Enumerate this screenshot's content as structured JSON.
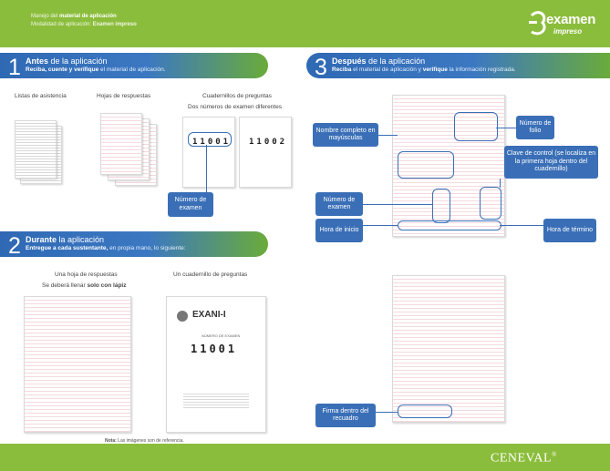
{
  "header": {
    "line1_prefix": "Manejo del ",
    "line1_bold": "material de aplicación",
    "line2_prefix": "Modalidad de aplicación: ",
    "line2_value": "Examen impreso"
  },
  "logo": {
    "word1": "examen",
    "word2": "impreso"
  },
  "section1": {
    "number": "1",
    "title_bold": "Antes",
    "title_rest": " de la aplicación",
    "subtitle_bold": "Reciba, cuente y verifique",
    "subtitle_rest": " el material de aplicación.",
    "item1": "Listas de asistencia",
    "item2": "Hojas de respuestas",
    "item3_title": "Cuadernillos de preguntas",
    "item3_subtitle": "Dos números de examen diferentes",
    "booklet_a_number": "11001",
    "booklet_b_number": "11002",
    "callout_exam_number": "Número de examen"
  },
  "section2": {
    "number": "2",
    "title_bold": "Durante",
    "title_rest": " la aplicación",
    "subtitle_bold": "Entregue a cada sustentante,",
    "subtitle_rest": " en propia mano, lo siguiente:",
    "item1_title": "Una hoja de respuestas",
    "item1_sub_prefix": "Se deberá llenar ",
    "item1_sub_bold": "solo con lápiz",
    "item2_title": "Un cuadernillo de preguntas",
    "booklet_title": "EXANI-I",
    "booklet_number_label": "NÚMERO DE EXAMEN",
    "booklet_number": "11001",
    "note_bold": "Nota:",
    "note_rest": " Las imágenes son de referencia."
  },
  "section3": {
    "number": "3",
    "title_bold": "Después",
    "title_rest": " de la aplicación",
    "subtitle_bold": "Reciba",
    "subtitle_mid": " el material de aplicación y ",
    "subtitle_bold2": "verifique",
    "subtitle_rest": " la información registrada.",
    "callouts": {
      "full_name": "Nombre completo en mayúsculas",
      "folio": "Número de folio",
      "control_key": "Clave de control (se localiza en la primera hoja dentro del cuadernillo)",
      "exam_number": "Número de examen",
      "start_time": "Hora de inicio",
      "end_time": "Hora de término",
      "signature": "Firma dentro del recuadro"
    }
  },
  "footer": {
    "brand": "CENEVAL",
    "registered": "®"
  }
}
